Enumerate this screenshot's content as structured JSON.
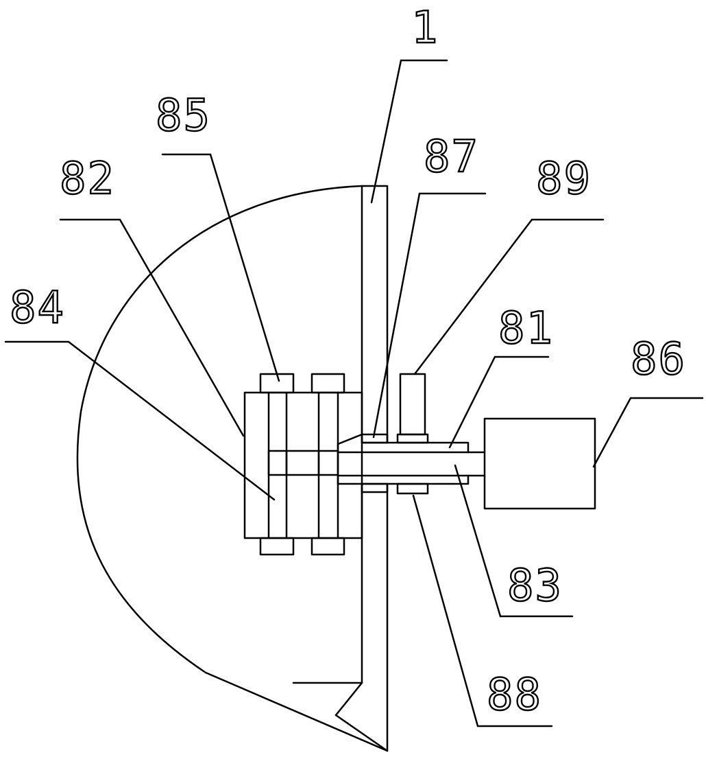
{
  "diagram": {
    "labels": {
      "frame": "1",
      "shaft": "81",
      "housing": "82",
      "bore": "83",
      "hub": "84",
      "block": "85",
      "motor": "86",
      "upper_seal": "87",
      "lower_seal": "88",
      "bolt": "89"
    }
  }
}
